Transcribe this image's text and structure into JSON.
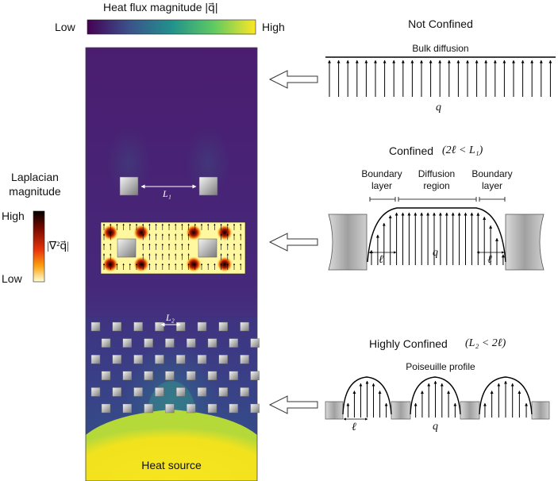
{
  "colorbar": {
    "title": "Heat flux magnitude |q⃗|",
    "low": "Low",
    "high": "High",
    "colors": [
      "#440154",
      "#3b528b",
      "#21918c",
      "#5ec962",
      "#fde725"
    ]
  },
  "laplacian": {
    "title_line1": "Laplacian",
    "title_line2": "magnitude",
    "high": "High",
    "low": "Low",
    "symbol": "|∇²q⃗|",
    "colors": [
      "#000000",
      "#7a0a00",
      "#e8340a",
      "#fca30f",
      "#ffffd8"
    ]
  },
  "domain": {
    "heat_source": "Heat source",
    "L1": "L₁",
    "L2": "L₂",
    "background_color": "#482173",
    "source_color": "#f5e11d"
  },
  "regimes": {
    "not_confined": {
      "title": "Not Confined",
      "subtitle": "Bulk diffusion",
      "q": "q⃗"
    },
    "confined": {
      "title": "Confined",
      "condition": "(2ℓ < L₁)",
      "boundary_left_1": "Boundary",
      "boundary_left_2": "layer",
      "diffusion_1": "Diffusion",
      "diffusion_2": "region",
      "boundary_right_1": "Boundary",
      "boundary_right_2": "layer",
      "ell_left": "ℓ",
      "ell_right": "ℓ",
      "q": "q⃗"
    },
    "highly_confined": {
      "title": "Highly Confined",
      "condition": "(L₂ < 2ℓ)",
      "subtitle": "Poiseuille profile",
      "ell": "ℓ",
      "q": "q⃗"
    }
  }
}
